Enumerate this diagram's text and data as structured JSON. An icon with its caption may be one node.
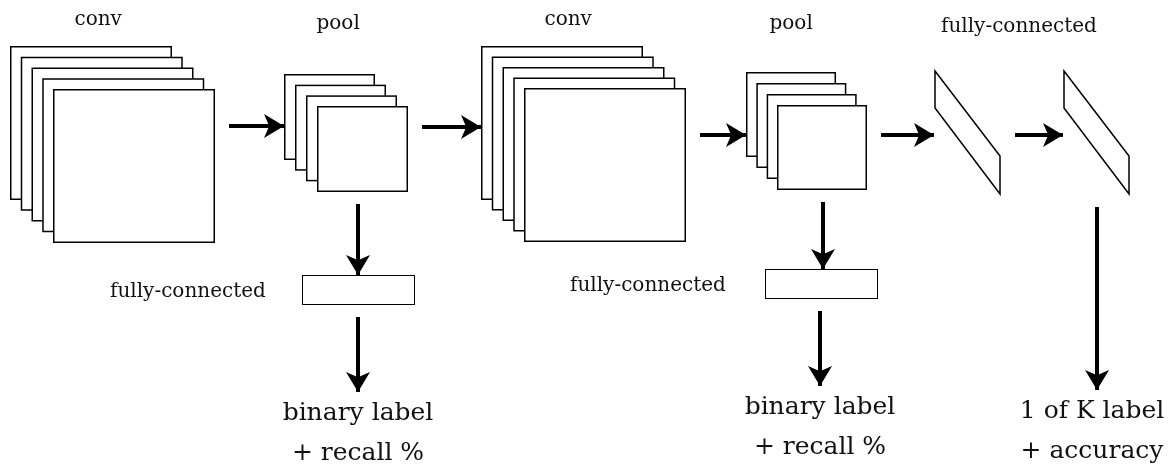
{
  "diagram": {
    "nodes": [
      {
        "text": [
          "conv"
        ]
      },
      {
        "text": [
          "pool"
        ]
      },
      {
        "text": [
          "fully-connected"
        ]
      },
      {
        "text": [
          "binary label + recall %"
        ]
      },
      {
        "text": [
          "conv"
        ]
      },
      {
        "text": [
          "pool"
        ]
      },
      {
        "text": [
          "fully-connected"
        ]
      },
      {
        "text": [
          "binary label + recall %"
        ]
      },
      {
        "text": [],
        "shape": "parallelogram"
      },
      {
        "text": [],
        "shape": "parallelogram"
      },
      {
        "text": [
          "1 of K label + accuracy"
        ]
      }
    ],
    "edges": [
      {
        "from": 0,
        "to": 1,
        "arrow": "to"
      },
      {
        "from": 1,
        "to": 2,
        "arrow": "to"
      },
      {
        "from": 2,
        "to": 3,
        "arrow": "to"
      },
      {
        "from": 1,
        "to": 4,
        "arrow": "to"
      },
      {
        "from": 4,
        "to": 5,
        "arrow": "to"
      },
      {
        "from": 5,
        "to": 6,
        "arrow": "to"
      },
      {
        "from": 6,
        "to": 7,
        "arrow": "to"
      },
      {
        "from": 5,
        "to": 8,
        "arrow": "to"
      },
      {
        "from": 8,
        "to": 9,
        "arrow": "to"
      },
      {
        "from": 9,
        "to": 10,
        "arrow": "to"
      }
    ],
    "labels": [
      "fully-connected"
    ]
  }
}
